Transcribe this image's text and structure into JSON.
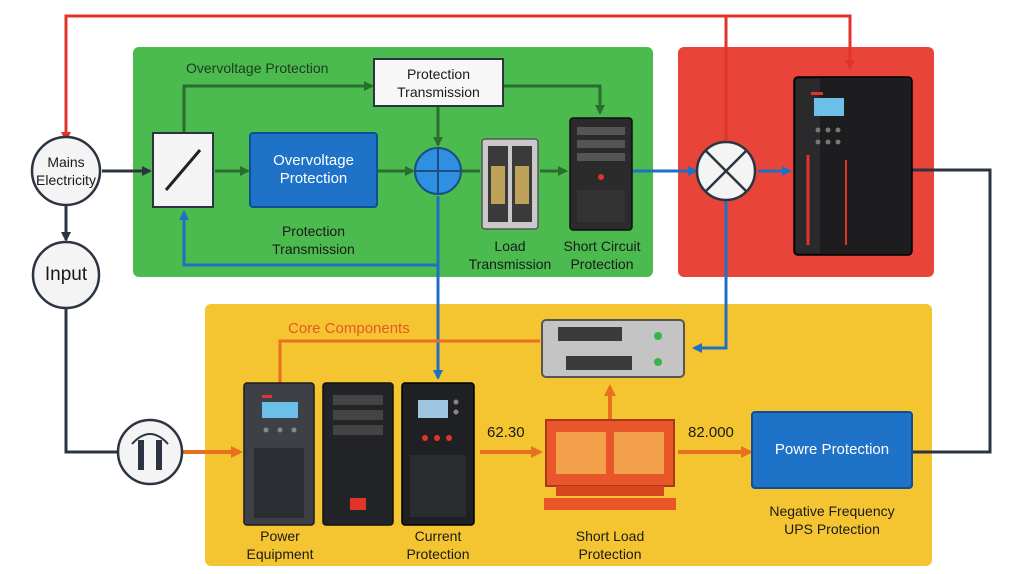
{
  "colors": {
    "green_panel": "#4cbb4f",
    "red_panel": "#e8443a",
    "yellow_panel": "#f5c531",
    "blue_box": "#1e73c9",
    "red_line": "#e0332a",
    "blue_line": "#1f6fc4",
    "dark_line": "#2b3440",
    "orange_line": "#e8701f",
    "green_line": "#2a6e2e"
  },
  "nodes": {
    "mains": "Mains\nElectricity",
    "input": "Input",
    "overvoltage_box": "Overvoltage\nProtection",
    "protection_transmission_box": "Protection\nTransmission",
    "ups_protection_box": "Powre Protection"
  },
  "labels": {
    "overvoltage_title": "Overvoltage Protection",
    "protection_transmission": "Protection\nTransmission",
    "load_transmission": "Load\nTransmission",
    "short_circuit": "Short Circuit\nProtection",
    "core_components": "Core Components",
    "power_equipment": "Power\nEquipment",
    "current_protection": "Current\nProtection",
    "short_load": "Short Load\nProtection",
    "neg_freq": "Negative Frequency\nUPS Protection",
    "value_left": "62.30",
    "value_right": "82.000"
  },
  "icons": [
    "switch-icon",
    "summing-junction-icon",
    "connector-module-icon",
    "tower-server-icon",
    "multiplier-junction-icon",
    "ups-tower-icon",
    "network-switch-icon",
    "power-plug-icon",
    "ups-unit-icon",
    "server-tower-icon",
    "current-protector-icon",
    "power-block-icon"
  ]
}
